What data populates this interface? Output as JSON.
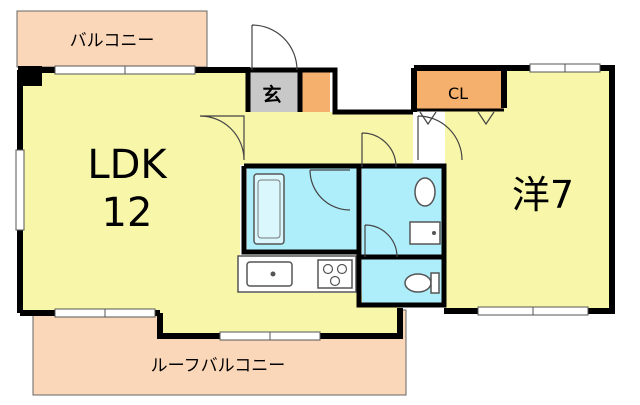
{
  "colors": {
    "room": "#f7f6a9",
    "balcony": "#fbd7b9",
    "wet": "#aeeefb",
    "storage": "#f6b06e",
    "entry": "#c8c8c8",
    "wall": "#000000"
  },
  "rooms": {
    "ldk_line1": "LDK",
    "ldk_line2": "12",
    "western": "洋7",
    "entrance": "玄",
    "closet": "CL",
    "balcony": "バルコニー",
    "roof_balcony": "ルーフバルコニー"
  }
}
